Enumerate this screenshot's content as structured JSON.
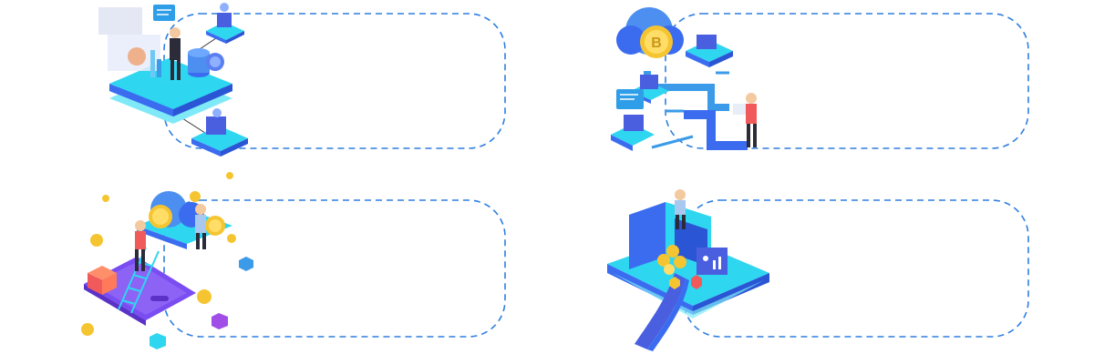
{
  "colors": {
    "frame_border": "#2f7fe0",
    "platform_cyan": "#2fd6f0",
    "platform_blue": "#3b6cf0",
    "platform_purple": "#7a4df2",
    "coin_gold": "#f5c531",
    "person_dark": "#2b2b3a",
    "accent_red": "#f05a5a"
  },
  "panels": [
    {
      "name": "analytics-panel",
      "frame_text": "",
      "illustration": "person-with-charts-and-coin-stacks-icon"
    },
    {
      "name": "bitcoin-cloud-panel",
      "frame_text": "",
      "illustration": "bitcoin-cloud-network-icon"
    },
    {
      "name": "coin-ladder-panel",
      "frame_text": "",
      "illustration": "people-climbing-to-coins-on-tablet-icon"
    },
    {
      "name": "vault-slide-panel",
      "frame_text": "",
      "illustration": "person-on-vault-with-slide-icon"
    }
  ]
}
